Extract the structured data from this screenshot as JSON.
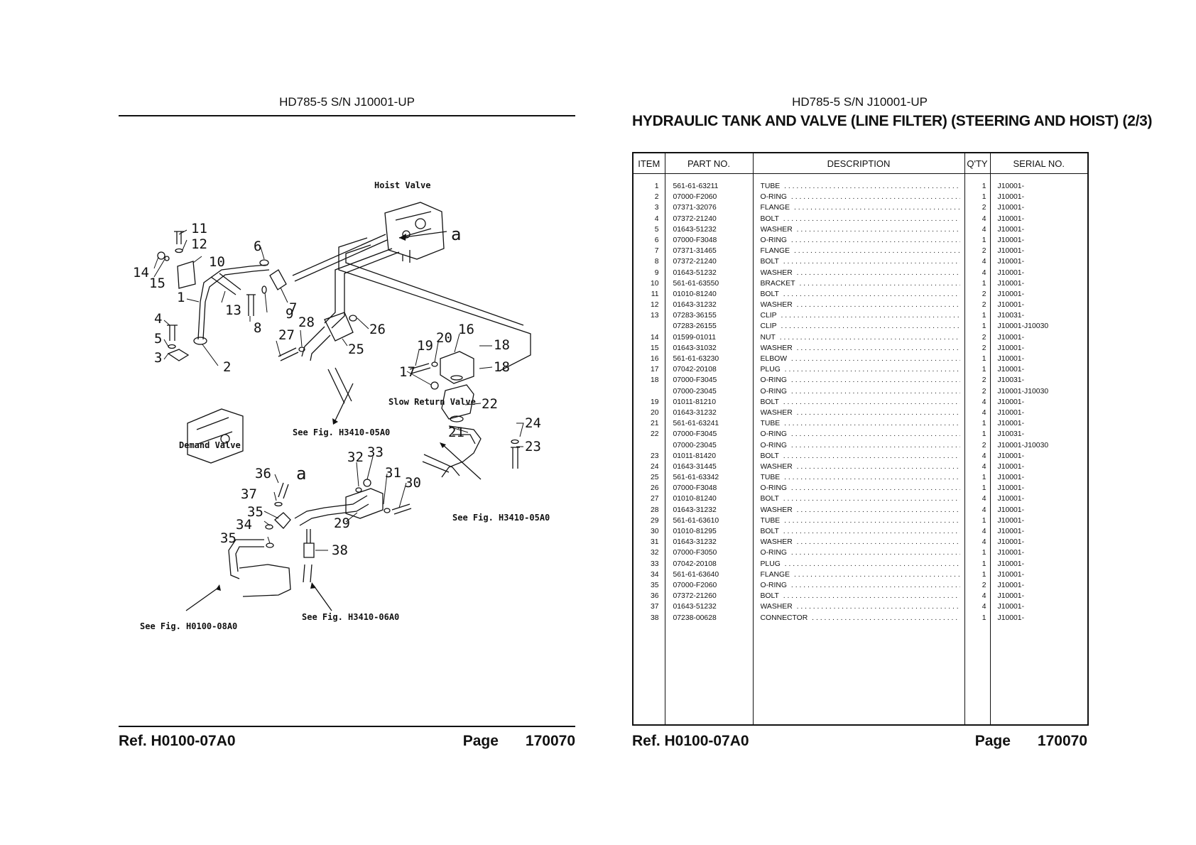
{
  "left": {
    "header": "HD785-5 S/N J10001-UP",
    "ref_label": "Ref.  H0100-07A0",
    "page_label": "Page",
    "page_number": "170070",
    "diagram": {
      "labels": {
        "hoist_valve": "Hoist Valve",
        "demand_valve": "Demand Valve",
        "slow_return_valve": "Slow Return Valve",
        "see_h3410_05a0_a": "See Fig. H3410-05A0",
        "see_h3410_05a0_b": "See Fig. H3410-05A0",
        "see_h0100_08a0": "See Fig. H0100-08A0",
        "see_h3410_06a0": "See Fig. H3410-06A0",
        "ref_a_1": "a",
        "ref_a_2": "a"
      },
      "callouts": [
        "11",
        "12",
        "10",
        "14",
        "15",
        "1",
        "13",
        "4",
        "5",
        "3",
        "2",
        "6",
        "8",
        "9",
        "7",
        "28",
        "27",
        "26",
        "25",
        "19",
        "20",
        "16",
        "18",
        "17",
        "18",
        "22",
        "21",
        "24",
        "23",
        "36",
        "32",
        "33",
        "31",
        "30",
        "37",
        "35",
        "29",
        "34",
        "35",
        "38"
      ]
    }
  },
  "right": {
    "header": "HD785-5 S/N J10001-UP",
    "title": "HYDRAULIC TANK AND VALVE (LINE FILTER) (STEERING AND HOIST) (2/3)",
    "ref_label": "Ref.  H0100-07A0",
    "page_label": "Page",
    "page_number": "170070",
    "table": {
      "headers": {
        "item": "ITEM",
        "part": "PART NO.",
        "desc": "DESCRIPTION",
        "qty": "Q'TY",
        "serial": "SERIAL NO."
      },
      "rows": [
        {
          "item": "1",
          "part": "561-61-63211",
          "desc": "TUBE",
          "qty": "1",
          "serial": "J10001-"
        },
        {
          "item": "2",
          "part": "07000-F2060",
          "desc": "O-RING",
          "qty": "1",
          "serial": "J10001-"
        },
        {
          "item": "3",
          "part": "07371-32076",
          "desc": "FLANGE",
          "qty": "2",
          "serial": "J10001-"
        },
        {
          "item": "4",
          "part": "07372-21240",
          "desc": "BOLT",
          "qty": "4",
          "serial": "J10001-"
        },
        {
          "item": "5",
          "part": "01643-51232",
          "desc": "WASHER",
          "qty": "4",
          "serial": "J10001-"
        },
        {
          "item": "6",
          "part": "07000-F3048",
          "desc": "O-RING",
          "qty": "1",
          "serial": "J10001-"
        },
        {
          "item": "7",
          "part": "07371-31465",
          "desc": "FLANGE",
          "qty": "2",
          "serial": "J10001-"
        },
        {
          "item": "8",
          "part": "07372-21240",
          "desc": "BOLT",
          "qty": "4",
          "serial": "J10001-"
        },
        {
          "item": "9",
          "part": "01643-51232",
          "desc": "WASHER",
          "qty": "4",
          "serial": "J10001-"
        },
        {
          "item": "10",
          "part": "561-61-63550",
          "desc": "BRACKET",
          "qty": "1",
          "serial": "J10001-"
        },
        {
          "item": "11",
          "part": "01010-81240",
          "desc": "BOLT",
          "qty": "2",
          "serial": "J10001-"
        },
        {
          "item": "12",
          "part": "01643-31232",
          "desc": "WASHER",
          "qty": "2",
          "serial": "J10001-"
        },
        {
          "item": "13",
          "part": "07283-36155",
          "desc": "CLIP",
          "qty": "1",
          "serial": "J10031-"
        },
        {
          "item": "",
          "part": "07283-26155",
          "desc": "CLIP",
          "qty": "1",
          "serial": "J10001-J10030"
        },
        {
          "item": "14",
          "part": "01599-01011",
          "desc": "NUT",
          "qty": "2",
          "serial": "J10001-"
        },
        {
          "item": "15",
          "part": "01643-31032",
          "desc": "WASHER",
          "qty": "2",
          "serial": "J10001-"
        },
        {
          "item": "16",
          "part": "561-61-63230",
          "desc": "ELBOW",
          "qty": "1",
          "serial": "J10001-"
        },
        {
          "item": "17",
          "part": "07042-20108",
          "desc": "PLUG",
          "qty": "1",
          "serial": "J10001-"
        },
        {
          "item": "18",
          "part": "07000-F3045",
          "desc": "O-RING",
          "qty": "2",
          "serial": "J10031-"
        },
        {
          "item": "",
          "part": "07000-23045",
          "desc": "O-RING",
          "qty": "2",
          "serial": "J10001-J10030"
        },
        {
          "item": "19",
          "part": "01011-81210",
          "desc": "BOLT",
          "qty": "4",
          "serial": "J10001-"
        },
        {
          "item": "20",
          "part": "01643-31232",
          "desc": "WASHER",
          "qty": "4",
          "serial": "J10001-"
        },
        {
          "item": "21",
          "part": "561-61-63241",
          "desc": "TUBE",
          "qty": "1",
          "serial": "J10001-"
        },
        {
          "item": "22",
          "part": "07000-F3045",
          "desc": "O-RING",
          "qty": "1",
          "serial": "J10031-"
        },
        {
          "item": "",
          "part": "07000-23045",
          "desc": "O-RING",
          "qty": "2",
          "serial": "J10001-J10030"
        },
        {
          "item": "23",
          "part": "01011-81420",
          "desc": "BOLT",
          "qty": "4",
          "serial": "J10001-"
        },
        {
          "item": "24",
          "part": "01643-31445",
          "desc": "WASHER",
          "qty": "4",
          "serial": "J10001-"
        },
        {
          "item": "25",
          "part": "561-61-63342",
          "desc": "TUBE",
          "qty": "1",
          "serial": "J10001-"
        },
        {
          "item": "26",
          "part": "07000-F3048",
          "desc": "O-RING",
          "qty": "1",
          "serial": "J10001-"
        },
        {
          "item": "27",
          "part": "01010-81240",
          "desc": "BOLT",
          "qty": "4",
          "serial": "J10001-"
        },
        {
          "item": "28",
          "part": "01643-31232",
          "desc": "WASHER",
          "qty": "4",
          "serial": "J10001-"
        },
        {
          "item": "29",
          "part": "561-61-63610",
          "desc": "TUBE",
          "qty": "1",
          "serial": "J10001-"
        },
        {
          "item": "30",
          "part": "01010-81295",
          "desc": "BOLT",
          "qty": "4",
          "serial": "J10001-"
        },
        {
          "item": "31",
          "part": "01643-31232",
          "desc": "WASHER",
          "qty": "4",
          "serial": "J10001-"
        },
        {
          "item": "32",
          "part": "07000-F3050",
          "desc": "O-RING",
          "qty": "1",
          "serial": "J10001-"
        },
        {
          "item": "33",
          "part": "07042-20108",
          "desc": "PLUG",
          "qty": "1",
          "serial": "J10001-"
        },
        {
          "item": "34",
          "part": "561-61-63640",
          "desc": "FLANGE",
          "qty": "1",
          "serial": "J10001-"
        },
        {
          "item": "35",
          "part": "07000-F2060",
          "desc": "O-RING",
          "qty": "2",
          "serial": "J10001-"
        },
        {
          "item": "36",
          "part": "07372-21260",
          "desc": "BOLT",
          "qty": "4",
          "serial": "J10001-"
        },
        {
          "item": "37",
          "part": "01643-51232",
          "desc": "WASHER",
          "qty": "4",
          "serial": "J10001-"
        },
        {
          "item": "38",
          "part": "07238-00628",
          "desc": "CONNECTOR",
          "qty": "1",
          "serial": "J10001-"
        }
      ]
    }
  }
}
